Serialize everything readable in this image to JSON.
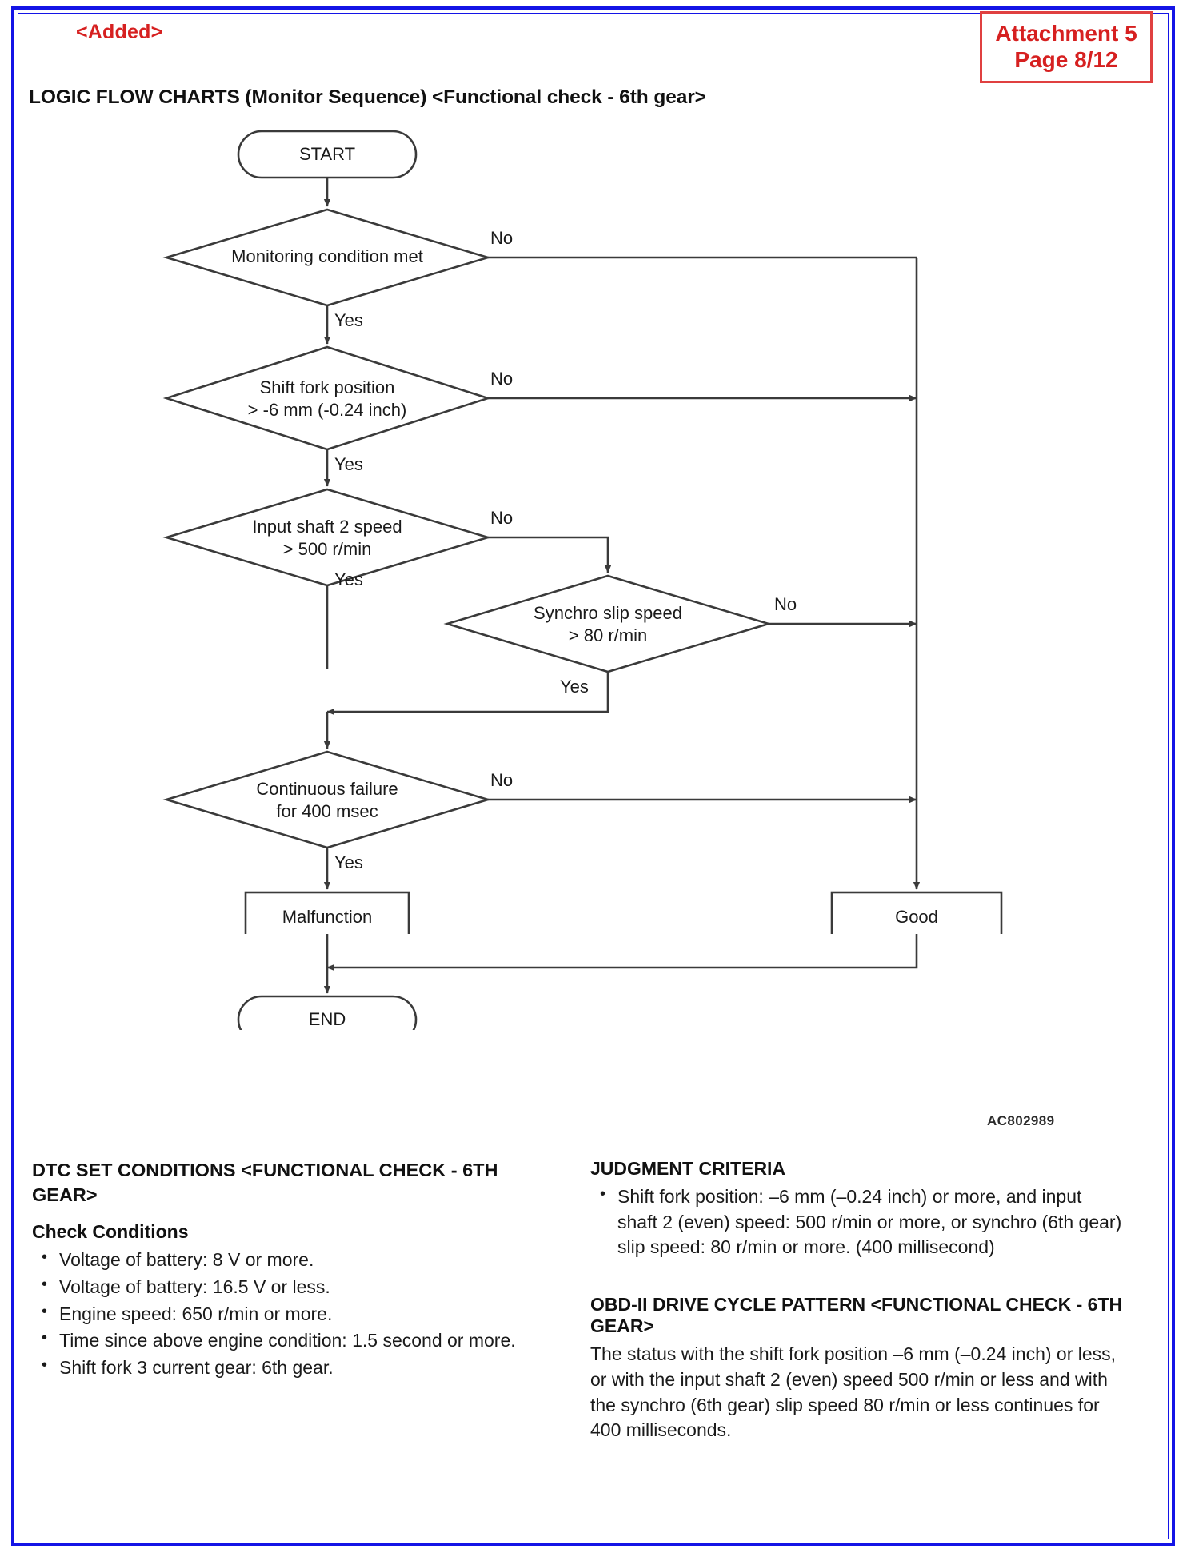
{
  "header": {
    "added_tag": "<Added>",
    "attachment_line1": "Attachment 5",
    "attachment_line2": "Page 8/12",
    "doc_title": "LOGIC FLOW CHARTS (Monitor Sequence) <Functional check - 6th gear>"
  },
  "flowchart": {
    "reference_code": "AC802989",
    "start_label": "START",
    "end_label": "END",
    "malfunction_label": "Malfunction",
    "good_label": "Good",
    "yes_label": "Yes",
    "no_label": "No",
    "nodes": {
      "monitoring": "Monitoring condition met",
      "shift_fork_l1": "Shift fork position",
      "shift_fork_l2": "> -6 mm (-0.24 inch)",
      "input_shaft_l1": "Input shaft 2 speed",
      "input_shaft_l2": "> 500 r/min",
      "synchro_l1": "Synchro slip speed",
      "synchro_l2": "> 80 r/min",
      "continuous_l1": "Continuous failure",
      "continuous_l2": "for 400 msec"
    },
    "branch_labels": {
      "monitoring_no": "No",
      "monitoring_yes": "Yes",
      "shift_fork_no": "No",
      "shift_fork_yes": "Yes",
      "input_shaft_no": "No",
      "input_shaft_yes": "Yes",
      "synchro_no": "No",
      "synchro_yes": "Yes",
      "continuous_no": "No",
      "continuous_yes": "Yes"
    }
  },
  "left_column": {
    "heading": "DTC SET CONDITIONS <FUNCTIONAL CHECK - 6TH GEAR>",
    "subheading": "Check Conditions",
    "bullets": [
      "Voltage of battery: 8 V or more.",
      "Voltage of battery: 16.5 V or less.",
      "Engine speed: 650 r/min or more.",
      "Time since above engine condition: 1.5 second or more.",
      "Shift fork 3 current gear: 6th gear."
    ]
  },
  "right_column": {
    "judgment_heading": "JUDGMENT CRITERIA",
    "judgment_bullets": [
      "Shift fork position: –6 mm (–0.24 inch) or more, and input shaft 2 (even) speed: 500 r/min or more, or synchro (6th gear) slip speed: 80 r/min or more. (400 millisecond)"
    ],
    "obd_heading": "OBD-II DRIVE CYCLE PATTERN <FUNCTIONAL CHECK - 6TH GEAR>",
    "obd_body": "The status with the shift fork position –6 mm (–0.24 inch) or less, or with the input shaft 2 (even) speed 500 r/min or less and with the synchro (6th gear) slip speed 80 r/min or less continues for 400 milliseconds."
  },
  "colors": {
    "frame_blue": "#1414e6",
    "stamp_red": "#d62020",
    "line_gray": "#3a3a3a"
  }
}
